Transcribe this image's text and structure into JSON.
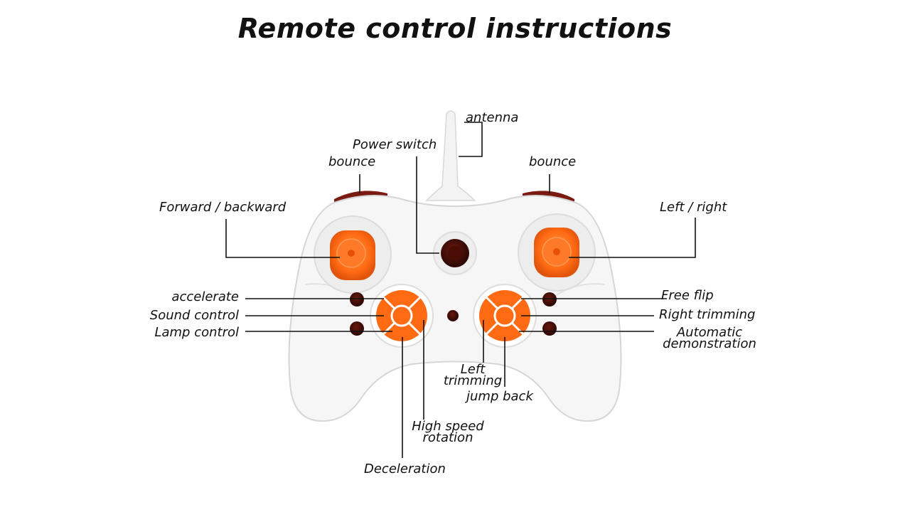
{
  "title": "Remote control instructions",
  "labels": {
    "antenna": "antenna",
    "power_switch": "Power switch",
    "bounce_left": "bounce",
    "bounce_right": "bounce",
    "forward_backward": "Forward / backward",
    "left_right": "Left / right",
    "accelerate": "accelerate",
    "sound_control": "Sound control",
    "lamp_control": "Lamp control",
    "free_flip": "Free flip",
    "right_trimming": "Right trimming",
    "automatic_line1": "Automatic",
    "automatic_line2": "demonstration",
    "left_trimming_line1": "Left",
    "left_trimming_line2": "trimming",
    "jump_back": "jump back",
    "high_speed_line1": "High speed",
    "high_speed_line2": "rotation",
    "deceleration": "Deceleration"
  },
  "colors": {
    "body": "#f6f6f6",
    "outline": "#d9d9d9",
    "accent": "#ff6a13",
    "button_dark": "#3a0a06",
    "bumper": "#7a1a10",
    "leader": "#111111"
  }
}
